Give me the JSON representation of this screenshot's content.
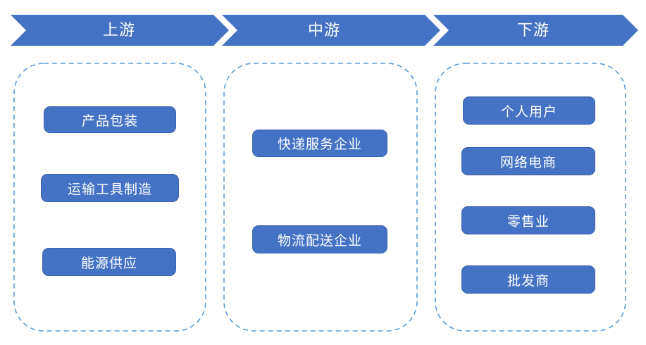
{
  "colors": {
    "chevron-fill": "#4472C4",
    "box-fill": "#4472C4",
    "box-border": "#3B63AD",
    "outline": "#5B9BD5",
    "label-color": "#FFFFFF",
    "bg": "#FFFFFF"
  },
  "stages": [
    {
      "label": "上游",
      "items": [
        "产品包装",
        "运输工具制造",
        "能源供应"
      ]
    },
    {
      "label": "中游",
      "items": [
        "快递服务企业",
        "物流配送企业"
      ]
    },
    {
      "label": "下游",
      "items": [
        "个人用户",
        "网络电商",
        "零售业",
        "批发商"
      ]
    }
  ]
}
